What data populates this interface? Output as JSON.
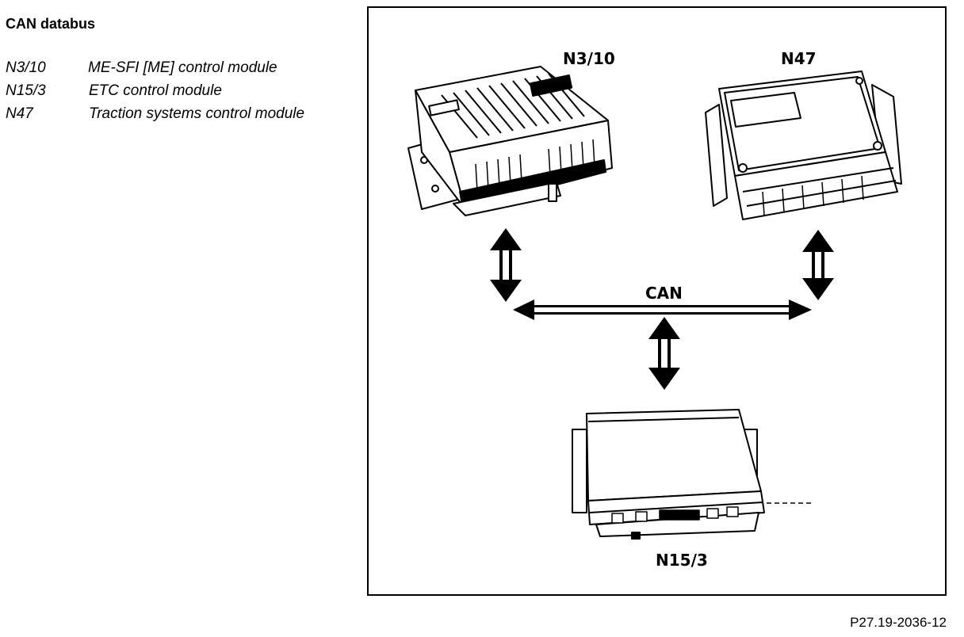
{
  "title": "CAN databus",
  "legend": [
    {
      "code": "N3/10",
      "description": "ME-SFI [ME] control module"
    },
    {
      "code": "N15/3",
      "description": "ETC control module"
    },
    {
      "code": "N47",
      "description": "Traction systems control module"
    }
  ],
  "diagram": {
    "modules": {
      "n3_10": "N3/10",
      "n47": "N47",
      "n15_3": "N15/3"
    },
    "bus_label": "CAN"
  },
  "figure_id": "P27.19-2036-12"
}
